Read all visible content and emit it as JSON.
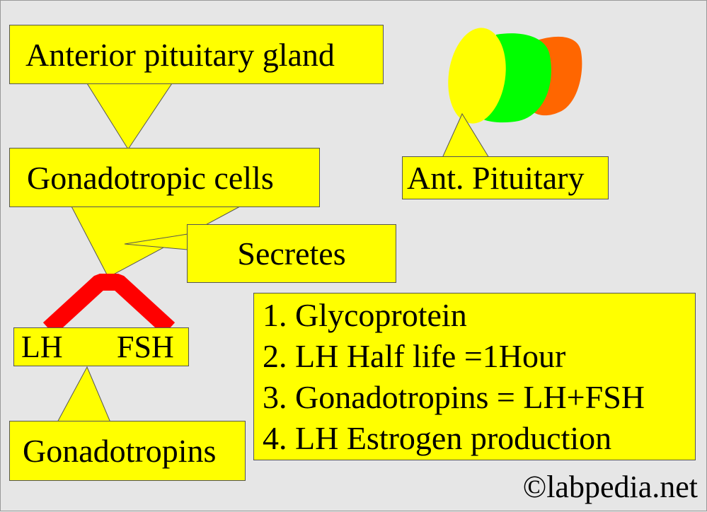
{
  "boxes": {
    "anterior": "Anterior pituitary gland",
    "gonadotropic": "Gonadotropic cells",
    "secretes": "Secretes",
    "lh": "LH",
    "fsh": "FSH",
    "gonadotropins": "Gonadotropins",
    "ant_pituitary": "Ant. Pituitary"
  },
  "facts": [
    "1. Glycoprotein",
    "2. LH Half life =1Hour",
    "3. Gonadotropins = LH+FSH",
    "4. LH Estrogen production"
  ],
  "copyright": "©labpedia.net",
  "colors": {
    "background": "#e6e6e6",
    "box_fill": "#ffff00",
    "split_arrow": "#ff0000",
    "lobe_front": "#ffff00",
    "lobe_middle": "#00ff00",
    "lobe_back": "#ff6600"
  }
}
